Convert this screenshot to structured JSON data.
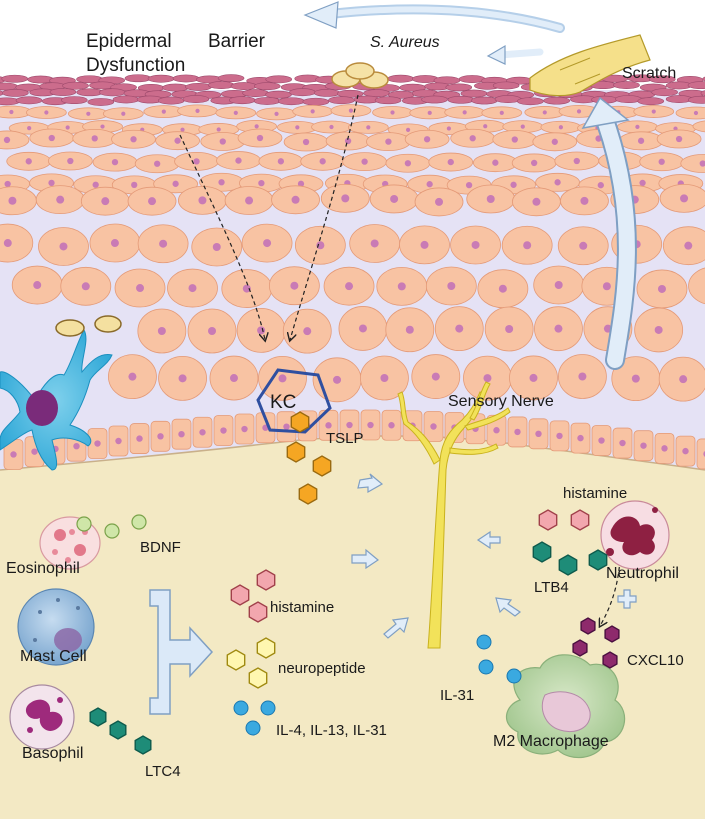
{
  "labels": {
    "epidermal": "Epidermal",
    "barrier": "Barrier",
    "dysfunction": "Dysfunction",
    "s_aureus": "S. Aureus",
    "scratch": "Scratch",
    "kc": "KC",
    "tslp": "TSLP",
    "sensory_nerve": "Sensory Nerve",
    "histamine_right": "histamine",
    "neutrophil": "Neutrophil",
    "ltb4": "LTB4",
    "cxcl10": "CXCL10",
    "il31_right": "IL-31",
    "m2_macrophage": "M2 Macrophage",
    "eosinophil": "Eosinophil",
    "bdnf": "BDNF",
    "mast_cell": "Mast Cell",
    "basophil": "Basophil",
    "ltc4": "LTC4",
    "histamine_center": "histamine",
    "neuropeptide": "neuropeptide",
    "interleukins": "IL-4, IL-13, IL-31"
  },
  "colors": {
    "dermis": "#f3e9c4",
    "epidermis_bg": "#e5e2f5",
    "keratinocyte": "#f8c3a3",
    "stratum_corneum": "#cc6c8c",
    "nucleus": "#c97bb5",
    "histamine": "#f2a7ae",
    "ltb4": "#1e8c78",
    "cxcl10": "#8e2a6c",
    "neuropeptide": "#fff7b0",
    "il": "#3aa9e0",
    "tslp": "#f5a623",
    "bdnf": "#cfe6a8",
    "arrow": "#dbe9f8",
    "kc_outline": "#2f4fa0",
    "nerve": "#f2e25a"
  },
  "icons": [
    "dendritic-cell-icon",
    "eosinophil-icon",
    "mast-cell-icon",
    "basophil-icon",
    "neutrophil-icon",
    "macrophage-icon",
    "scratching-finger-icon",
    "staph-aureus-icon"
  ]
}
